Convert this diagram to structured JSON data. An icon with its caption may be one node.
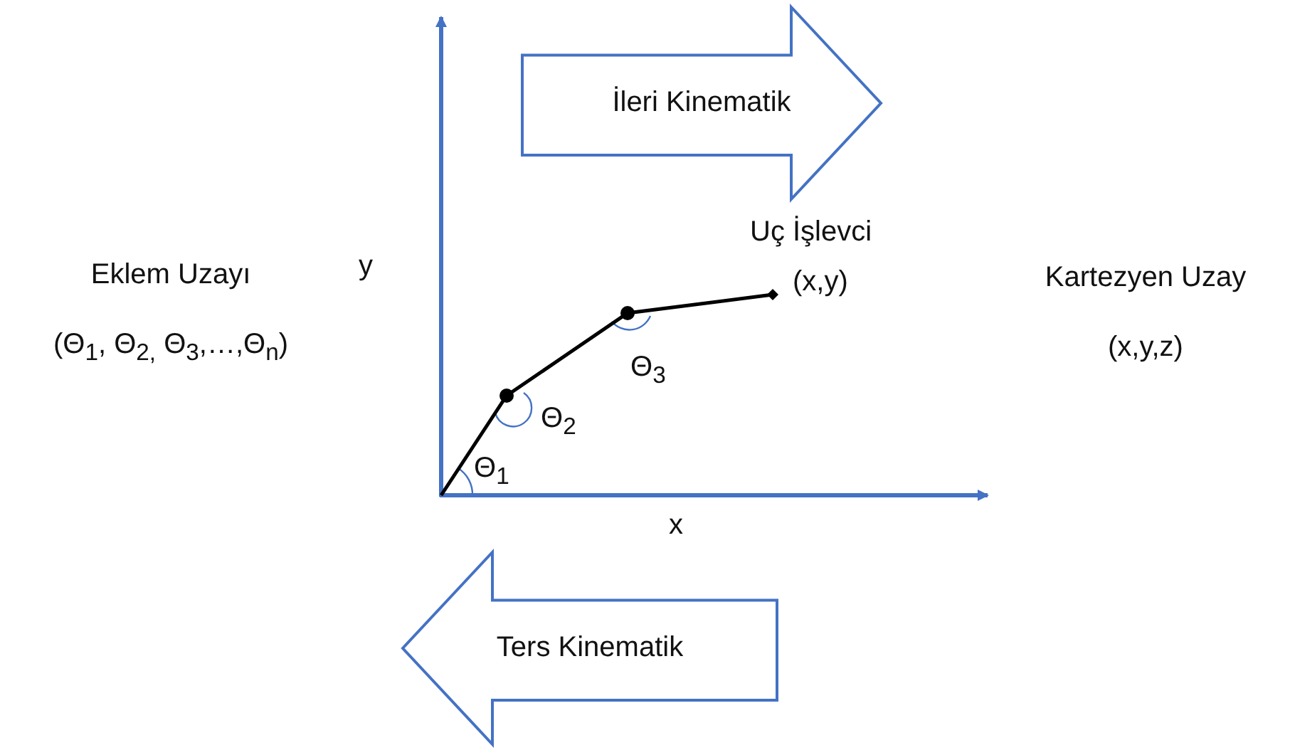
{
  "diagram": {
    "nodes": [
      {
        "text": [
          "Eklem Uzayı",
          "(Θ$_{1}$, Θ$_{2,}$ Θ$_{3}$,…,Θ$_{n}$)"
        ]
      },
      {
        "text": [
          "İleri Kinematik"
        ]
      },
      {
        "text": [
          "Kartezyen Uzay",
          "(x,y,z)"
        ]
      },
      {
        "text": [
          "Ters Kinematik"
        ]
      }
    ],
    "edges": [],
    "labels": [
      "y",
      "Uç İşlevci",
      "(x,y)",
      "Θ$_{3}$",
      "Θ$_{2}$",
      "Θ$_{1}$",
      "x"
    ]
  }
}
